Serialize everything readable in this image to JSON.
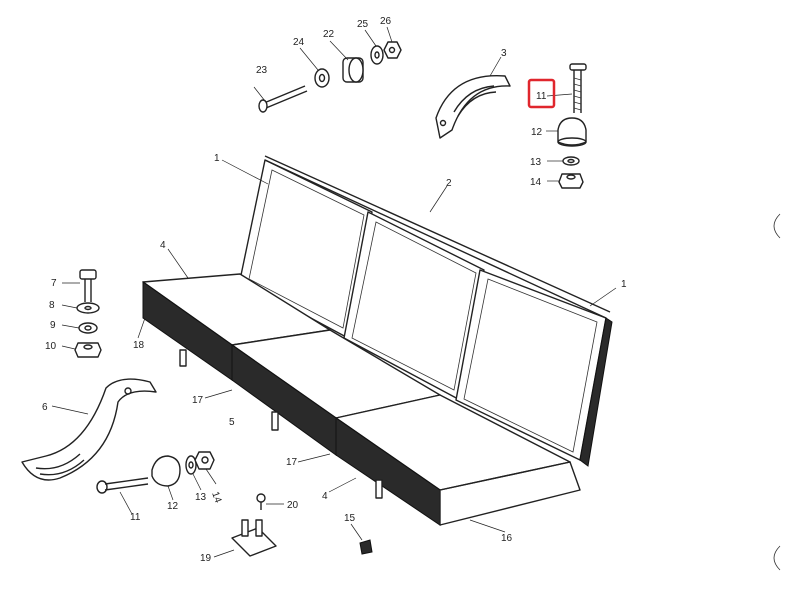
{
  "highlight_color": "#e0262d",
  "labels": {
    "l1a": "1",
    "l1b": "1",
    "l2": "2",
    "l3": "3",
    "l4a": "4",
    "l4b": "4",
    "l5": "5",
    "l6": "6",
    "l7": "7",
    "l8": "8",
    "l9": "9",
    "l10": "10",
    "l11a": "11",
    "l11b": "11",
    "l12a": "12",
    "l12b": "12",
    "l13a": "13",
    "l13b": "13",
    "l14a": "14",
    "l14b": "14",
    "l15": "15",
    "l16": "16",
    "l17a": "17",
    "l17b": "17",
    "l18": "18",
    "l19": "19",
    "l20": "20",
    "l22": "22",
    "l23": "23",
    "l24": "24",
    "l25": "25",
    "l26": "26"
  }
}
